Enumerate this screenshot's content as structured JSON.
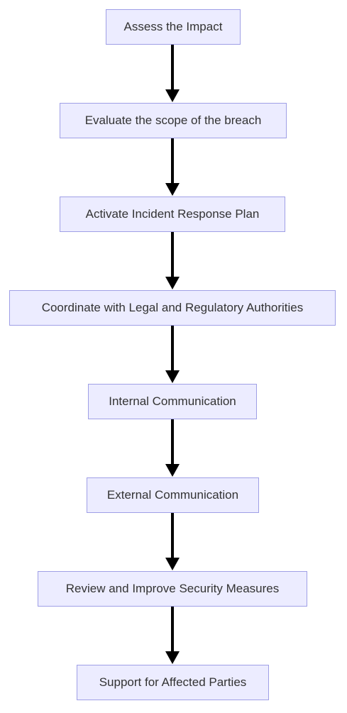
{
  "flowchart": {
    "steps": [
      {
        "label": "Assess the Impact"
      },
      {
        "label": "Evaluate the scope of the breach"
      },
      {
        "label": "Activate Incident Response Plan"
      },
      {
        "label": "Coordinate with Legal and Regulatory Authorities"
      },
      {
        "label": "Internal Communication"
      },
      {
        "label": "External Communication"
      },
      {
        "label": "Review and Improve Security Measures"
      },
      {
        "label": "Support for Affected Parties"
      }
    ],
    "colors": {
      "node_fill": "#ececff",
      "node_border": "#9f9fe6",
      "arrow": "#000000",
      "text": "#333333"
    }
  }
}
